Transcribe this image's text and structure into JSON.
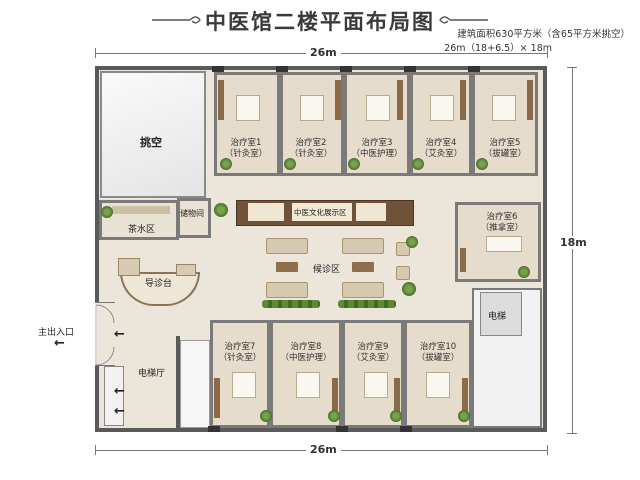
{
  "title": "中医馆二楼平面布局图",
  "info": {
    "area": "建筑面积630平方米（含65平方米挑空）",
    "size": "26m（18+6.5）× 18m"
  },
  "dimensions": {
    "top": "26m",
    "bottom": "26m",
    "right": "18m"
  },
  "areas": {
    "void": "挑空",
    "tea": "茶水区",
    "storage": "储物间",
    "reception": "导诊台",
    "waiting": "候诊区",
    "exhibit": "中医文化展示区",
    "elevator": "电梯",
    "elevator_hall": "电梯厅",
    "entrance": "主出入口"
  },
  "rooms": [
    {
      "name": "治疗室1",
      "type": "（针灸室）"
    },
    {
      "name": "治疗室2",
      "type": "（针灸室）"
    },
    {
      "name": "治疗室3",
      "type": "（中医护理）"
    },
    {
      "name": "治疗室4",
      "type": "（艾灸室）"
    },
    {
      "name": "治疗室5",
      "type": "（拔罐室）"
    },
    {
      "name": "治疗室6",
      "type": "（推拿室）"
    },
    {
      "name": "治疗室7",
      "type": "（针灸室）"
    },
    {
      "name": "治疗室8",
      "type": "（中医护理）"
    },
    {
      "name": "治疗室9",
      "type": "（艾灸室）"
    },
    {
      "name": "治疗室10",
      "type": "（拔罐室）"
    }
  ],
  "icons": {
    "ornament": "cloud-ornament-icon",
    "arrow": "left-arrow-icon"
  }
}
